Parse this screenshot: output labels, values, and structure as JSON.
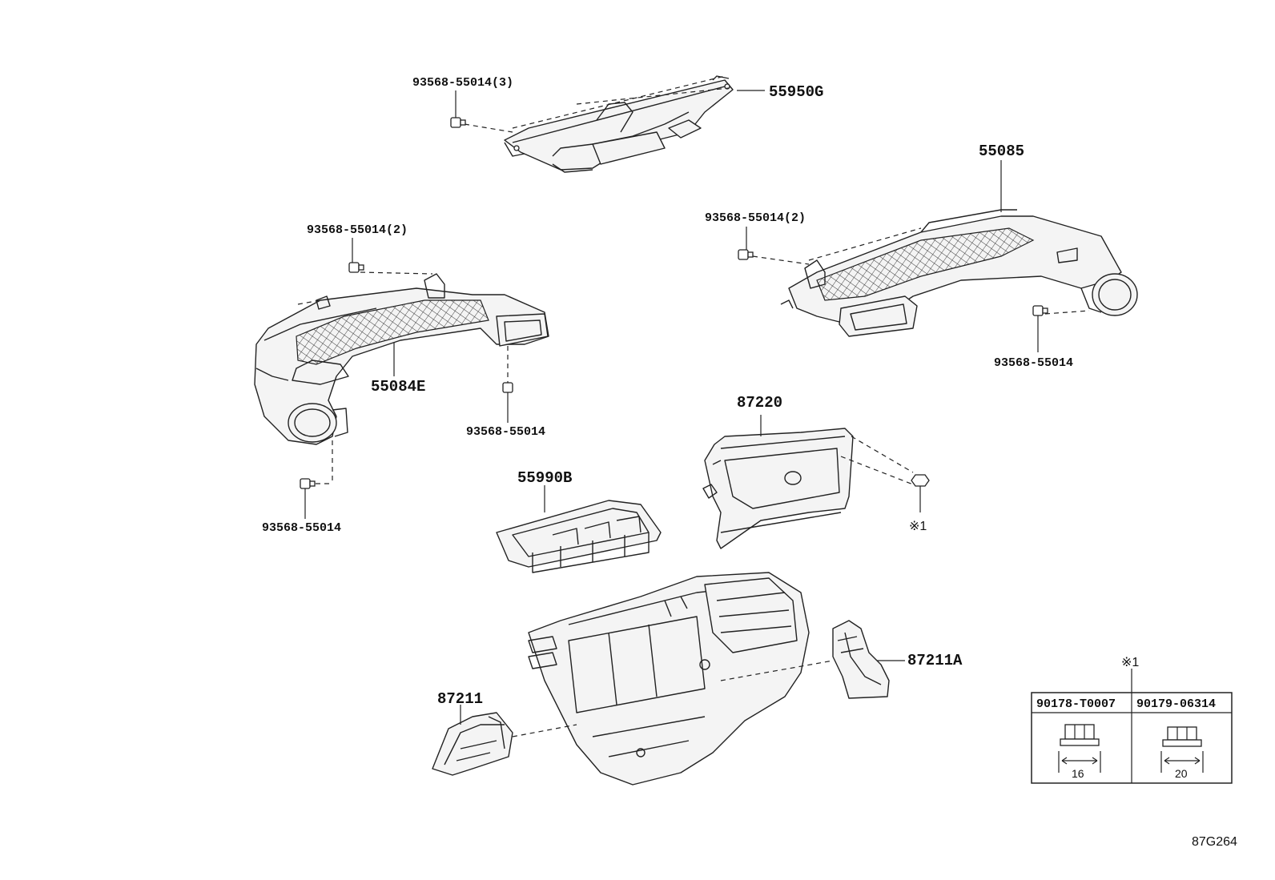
{
  "labels": {
    "p_55950G": "55950G",
    "p_55085": "55085",
    "p_55084E": "55084E",
    "p_87220": "87220",
    "p_55990B": "55990B",
    "p_87211A": "87211A",
    "p_87211": "87211",
    "f_top": "93568-55014(3)",
    "f_left_top": "93568-55014(2)",
    "f_right_top": "93568-55014(2)",
    "f_right_bottom": "93568-55014",
    "f_left_mid": "93568-55014",
    "f_left_bottom": "93568-55014",
    "note_1": "※1",
    "table_note": "※1"
  },
  "table": {
    "headers": [
      "90178-T0007",
      "90179-06314"
    ],
    "dims": [
      "16",
      "20"
    ]
  },
  "diagram_ref": "87G264"
}
